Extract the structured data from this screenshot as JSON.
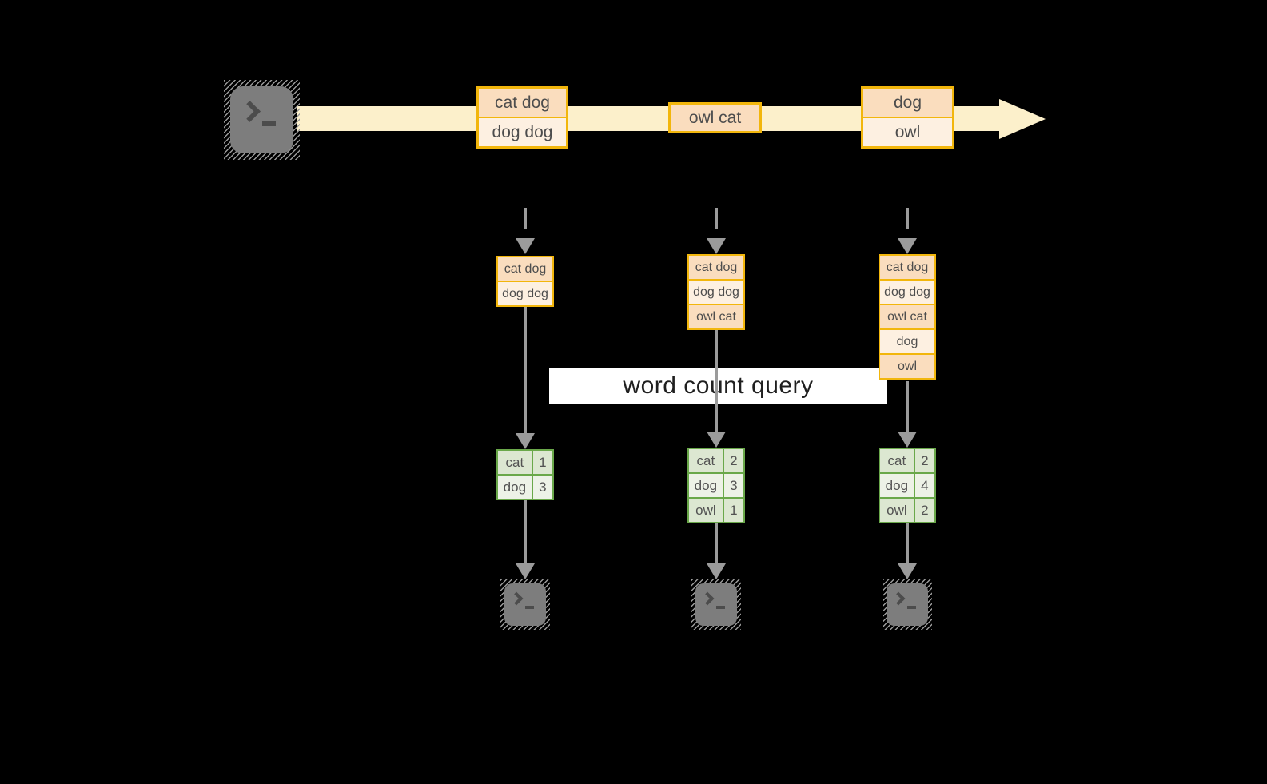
{
  "query_label": "word count query",
  "stream_events": [
    {
      "rows": [
        "cat dog",
        "dog dog"
      ]
    },
    {
      "rows": [
        "owl cat"
      ]
    },
    {
      "rows": [
        "dog",
        "owl"
      ]
    }
  ],
  "state_columns": [
    {
      "rows": [
        "cat dog",
        "dog dog"
      ]
    },
    {
      "rows": [
        "cat dog",
        "dog dog",
        "owl cat"
      ]
    },
    {
      "rows": [
        "cat dog",
        "dog dog",
        "owl cat",
        "dog",
        "owl"
      ]
    }
  ],
  "count_tables": [
    {
      "rows": [
        [
          "cat",
          "1"
        ],
        [
          "dog",
          "3"
        ]
      ]
    },
    {
      "rows": [
        [
          "cat",
          "2"
        ],
        [
          "dog",
          "3"
        ],
        [
          "owl",
          "1"
        ]
      ]
    },
    {
      "rows": [
        [
          "cat",
          "2"
        ],
        [
          "dog",
          "4"
        ],
        [
          "owl",
          "2"
        ]
      ]
    }
  ],
  "icons": {
    "source": "terminal-icon",
    "sinks": [
      "terminal-icon",
      "terminal-icon",
      "terminal-icon"
    ]
  },
  "colors": {
    "stream_band": "#FCF0CB",
    "event_border": "#F2B60C",
    "event_cell_dark": "#FADDBE",
    "event_cell_light": "#FDF0E1",
    "table_border": "#6AA84A",
    "table_cell_dark": "#DCE7D1",
    "table_cell_light": "#EDF2E7",
    "arrow_gray": "#9B9B9B",
    "terminal_gray": "#7D7D7D",
    "query_band_bg": "#FFFFFF",
    "query_text": "#1F1F1F",
    "background": "#000000"
  }
}
